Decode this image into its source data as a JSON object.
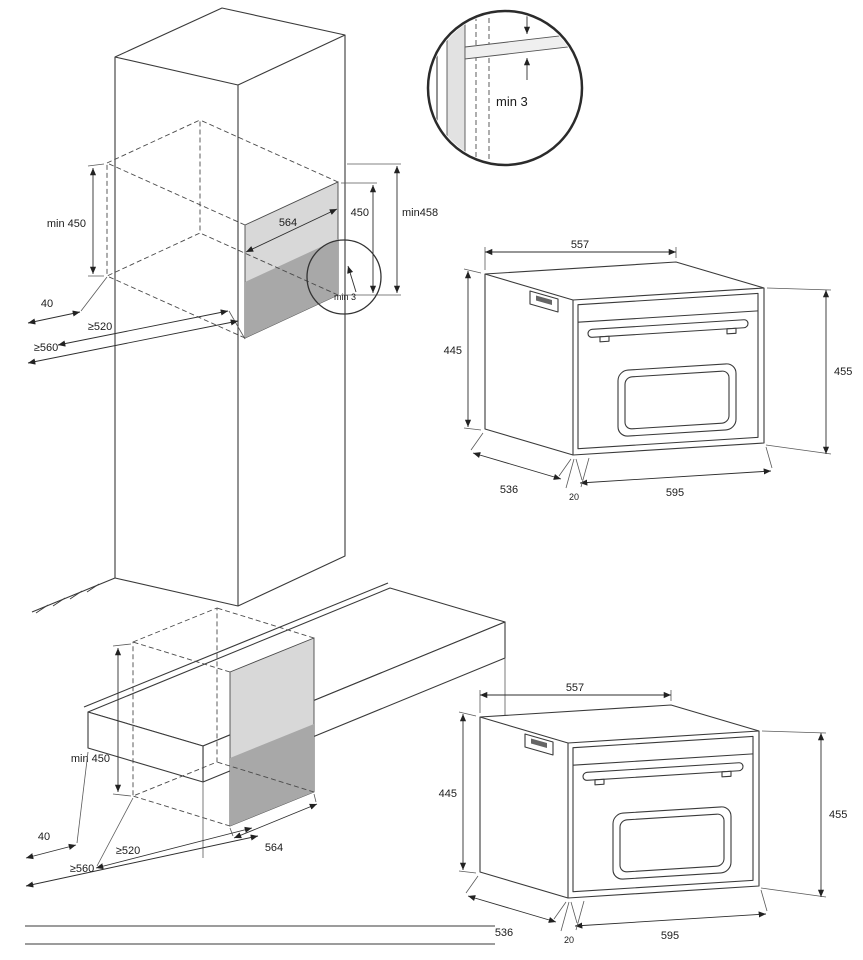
{
  "diagrams": {
    "column_installation": {
      "niche_height_min": "min 450",
      "niche_width": "564",
      "niche_height": "450",
      "niche_height_total_min": "min458",
      "rear_gap": "40",
      "niche_depth_min": "≥520",
      "cabinet_depth_min": "≥560",
      "gap_min": "min 3"
    },
    "detail_magnifier": {
      "gap_label": "min 3"
    },
    "oven_dimensions": {
      "width_top": "557",
      "height_left": "445",
      "height_right": "455",
      "depth": "536",
      "width_front": "595",
      "frame_overhang": "20"
    },
    "worktop_installation": {
      "niche_height_min": "min 450",
      "niche_width": "564",
      "rear_gap": "40",
      "niche_depth_min": "≥520",
      "worktop_depth_min": "≥560"
    }
  },
  "colors": {
    "line": "#3a3a3a",
    "niche_light": "#d8d8d8",
    "niche_dark": "#a8a8a8",
    "panel_gray": "#e2e2e2"
  }
}
